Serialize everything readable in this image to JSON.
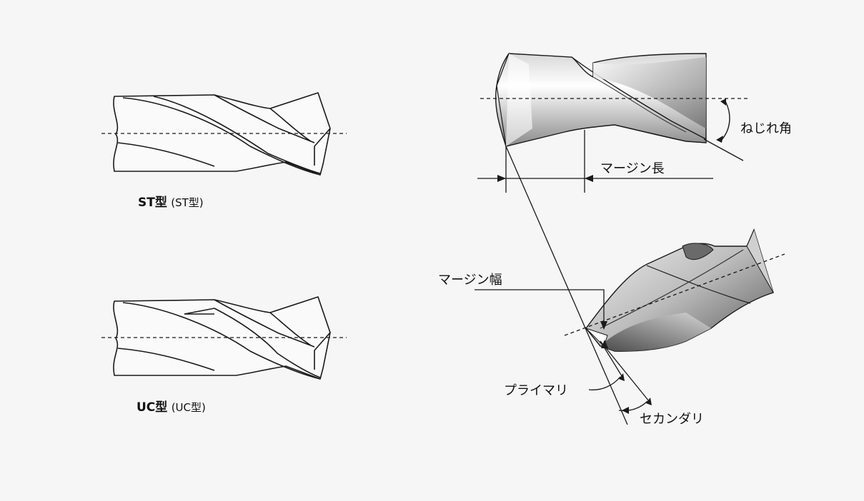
{
  "labels": {
    "st_type": "ST型",
    "st_type_note": "(ST型)",
    "uc_type": "UC型",
    "uc_type_note": "(UC型)",
    "helix_angle": "ねじれ角",
    "margin_length": "マージン長",
    "margin_width": "マージン幅",
    "primary": "プライマリ",
    "secondary": "セカンダリ"
  },
  "colors": {
    "background": "#f6f6f6",
    "ink": "#1a1a1a",
    "steel_light": "#f2f2f2",
    "steel_dark": "#555555"
  }
}
